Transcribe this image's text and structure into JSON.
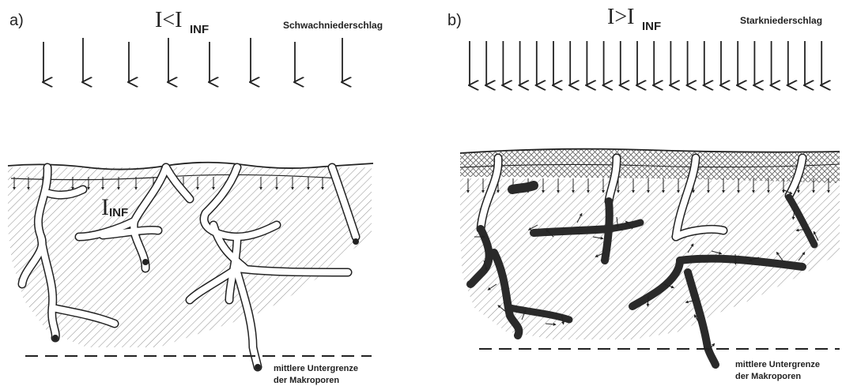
{
  "panels": [
    {
      "id": "a",
      "panel_label": "a)",
      "condition": {
        "main": "I<I",
        "sub": "INF"
      },
      "rain_label": "Schwachniederschlag",
      "surface_label": {
        "main": "I",
        "sub": "INF"
      },
      "depth_label_line1": "mittlere Untergrenze",
      "depth_label_line2": "der Makroporen"
    },
    {
      "id": "b",
      "panel_label": "b)",
      "condition": {
        "main": "I>I",
        "sub": "INF"
      },
      "rain_label": "Starkniederschlag",
      "depth_label_line1": "mittlere Untergrenze",
      "depth_label_line2": "der Makroporen"
    }
  ],
  "colors": {
    "ink": "#222222",
    "background": "#ffffff",
    "pore_fill": "#ffffff",
    "pore_filled_water": "#2a2a2a"
  }
}
